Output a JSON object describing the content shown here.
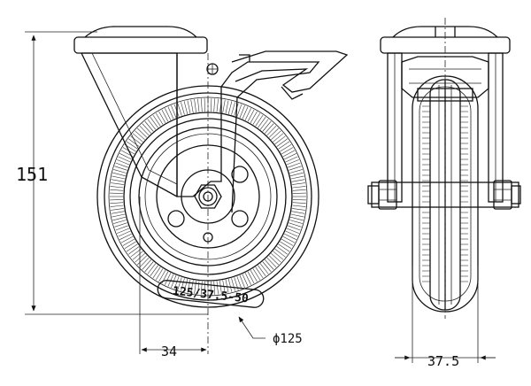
{
  "dimensions": {
    "overall_height": "151",
    "offset": "34",
    "wheel_diameter": "ϕ125",
    "wheel_width": "37.5"
  },
  "tread_marking": "125/37.5-50"
}
